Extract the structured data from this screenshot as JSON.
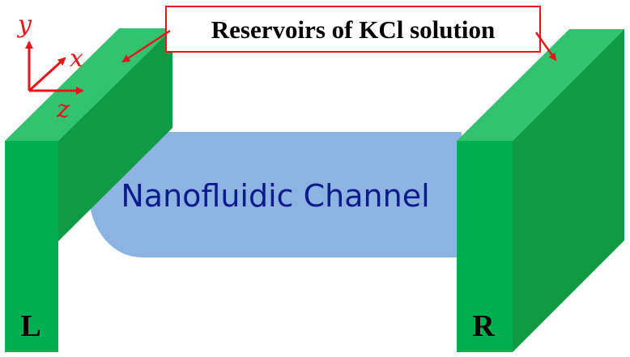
{
  "colors": {
    "reservoir_front": "#00b050",
    "reservoir_top": "#33c26f",
    "reservoir_side": "#119a45",
    "channel": "#8db3e2",
    "channel_text": "#0a1b8c",
    "annotation_red": "#e8141b"
  },
  "axes": {
    "y_label": "y",
    "x_label": "x",
    "z_label": "z"
  },
  "callout": {
    "label": "Reservoirs of KCl solution"
  },
  "channel": {
    "label": "Nanofluidic Channel"
  },
  "reservoirs": {
    "left_label": "L",
    "right_label": "R"
  }
}
